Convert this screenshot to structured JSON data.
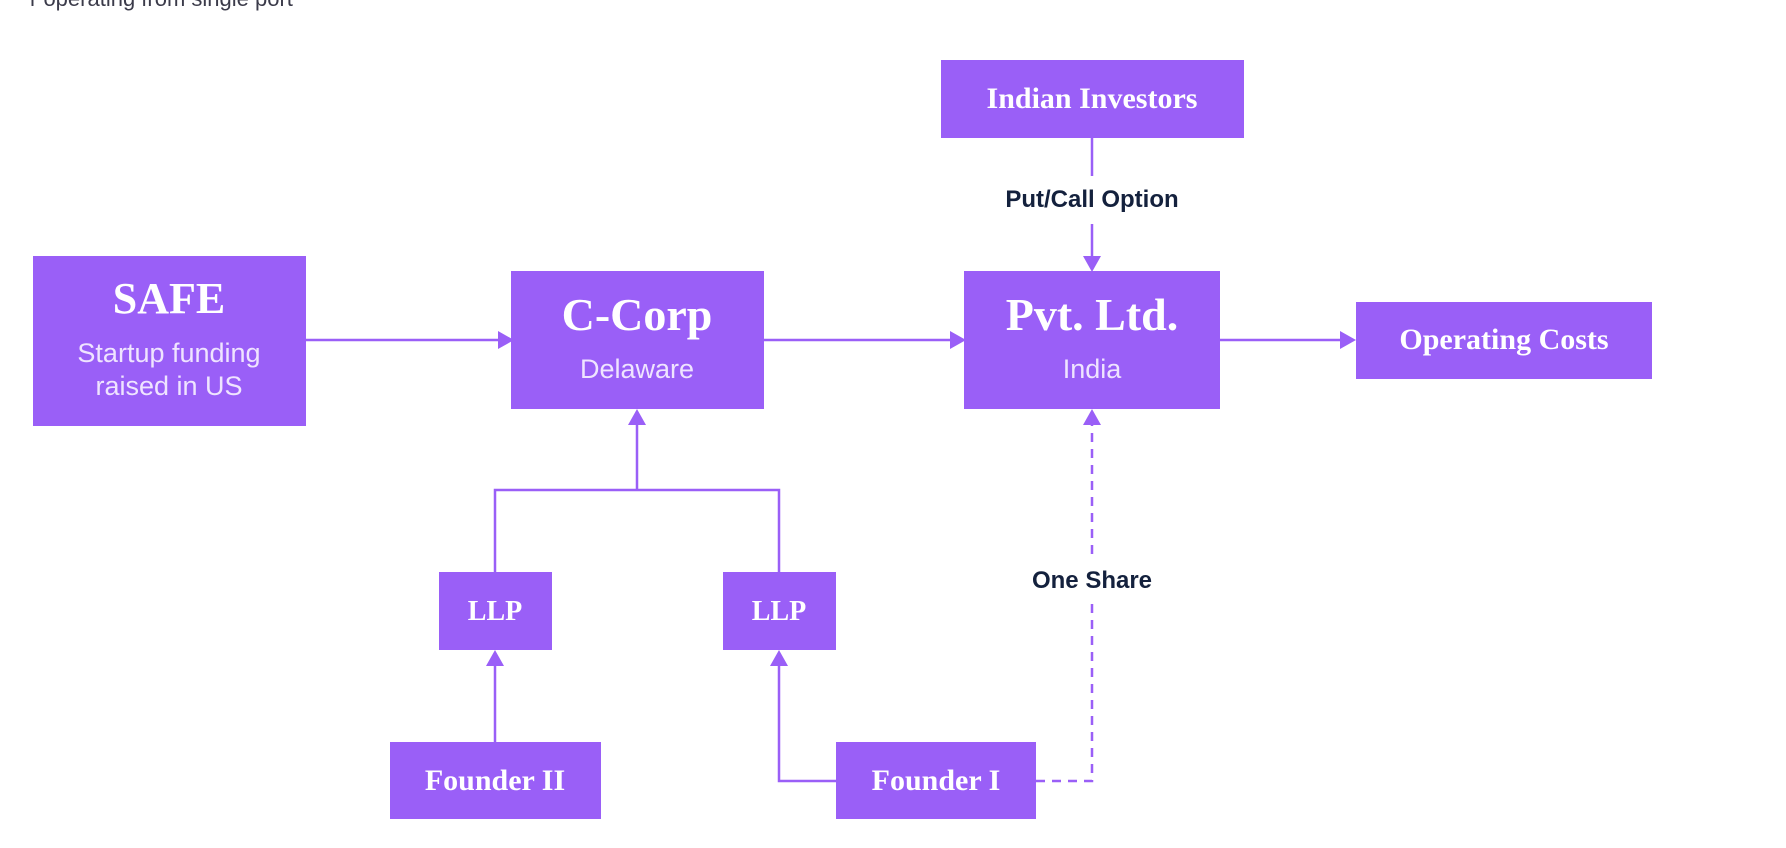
{
  "header_fragment": "r operating from single port",
  "nodes": {
    "safe": {
      "title": "SAFE",
      "subtitle_line1": "Startup funding",
      "subtitle_line2": "raised in US"
    },
    "ccorp": {
      "title": "C-Corp",
      "subtitle": "Delaware"
    },
    "pvtltd": {
      "title": "Pvt. Ltd.",
      "subtitle": "India"
    },
    "operating_costs": {
      "title": "Operating Costs"
    },
    "indian_investors": {
      "title": "Indian Investors"
    },
    "llp_left": {
      "title": "LLP"
    },
    "llp_right": {
      "title": "LLP"
    },
    "founder_ii": {
      "title": "Founder II"
    },
    "founder_i": {
      "title": "Founder I"
    }
  },
  "edge_labels": {
    "put_call": "Put/Call Option",
    "one_share": "One Share"
  },
  "colors": {
    "box": "#9a5ff7",
    "label_text": "#14213d",
    "box_text": "#ffffff"
  }
}
